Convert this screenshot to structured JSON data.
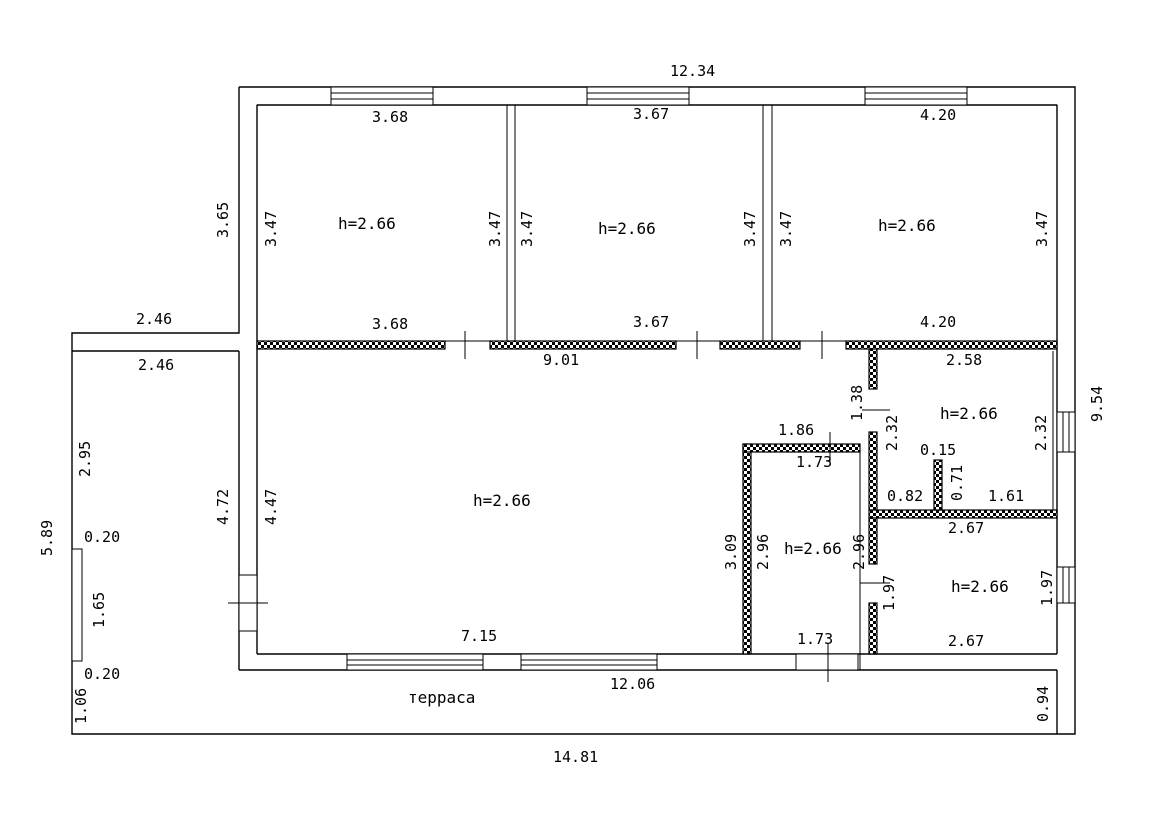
{
  "plan": {
    "terrace_label": "терраса",
    "height_label": "h=2.66",
    "dimensions": {
      "top_overall": "12.34",
      "bottom_overall": "14.81",
      "terrace_bottom": "12.06",
      "right_overall": "9.54",
      "left_overall": "5.89",
      "left_wing_upper": "3.65",
      "left_wing_outer": "4.72",
      "porch_top": "2.46",
      "porch_bottom": "2.46",
      "porch_side": "2.95",
      "porch_gap_top": "0.20",
      "porch_opening": "1.65",
      "porch_gap_bottom": "0.20",
      "porch_lower": "1.06",
      "terrace_right": "0.94",
      "room1_top": "3.68",
      "room1_bottom": "3.68",
      "room1_left": "3.47",
      "room1_right": "3.47",
      "room2_top": "3.67",
      "room2_bottom": "3.67",
      "room2_left": "3.47",
      "room2_right": "3.47",
      "room3_top": "4.20",
      "room3_bottom": "4.20",
      "room3_left": "3.47",
      "room3_right": "3.47",
      "hall_top": "9.01",
      "hall_left": "4.47",
      "hall_bottom": "7.15",
      "room5_top": "2.58",
      "room5_left": "2.32",
      "room5_right": "2.32",
      "room5_recess": "1.38",
      "bath_width": "0.82",
      "bath_rest": "1.61",
      "niche_width": "0.15",
      "niche_depth": "0.71",
      "room6_top": "2.67",
      "room6_bottom": "2.67",
      "room6_right": "1.97",
      "room6_left": "1.97",
      "corridor_top_outer": "1.86",
      "corridor_top_inner": "1.73",
      "corridor_outer": "3.09",
      "corridor_inner": "2.96",
      "corridor_right": "2.96",
      "corridor_bottom": "1.73"
    }
  }
}
